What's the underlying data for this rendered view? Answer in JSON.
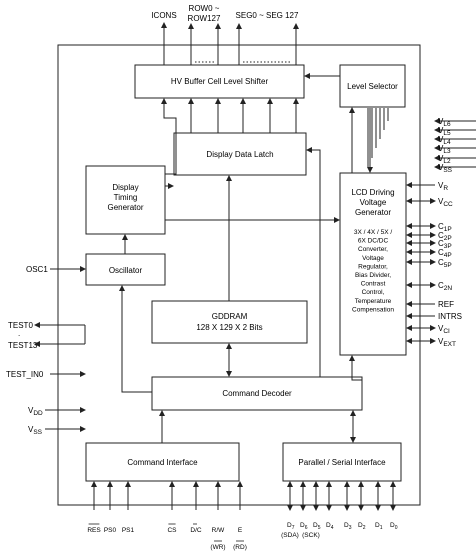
{
  "blocks": {
    "hv_buffer": "HV Buffer Cell Level Shifter",
    "level_selector": "Level Selector",
    "display_latch": "Display Data Latch",
    "timing": [
      "Display",
      "Timing",
      "Generator"
    ],
    "lcd_voltage": [
      "LCD Driving",
      "Voltage",
      "Generator"
    ],
    "lcd_desc": [
      "3X / 4X / 5X /",
      "6X DC/DC",
      "Converter,",
      "Voltage",
      "Regulator,",
      "Bias Divider,",
      "Contrast",
      "Control,",
      "Temperature",
      "Compensation"
    ],
    "oscillator": "Oscillator",
    "gddram": [
      "GDDRAM",
      "128 X 129 X 2 Bits"
    ],
    "cmd_decoder": "Command Decoder",
    "cmd_interface": "Command Interface",
    "par_interface": "Parallel / Serial Interface"
  },
  "top_labels": {
    "icons": "ICONS",
    "row0": "ROW0 ~",
    "row127": "ROW127",
    "seg": "SEG0 ~ SEG 127"
  },
  "left_pins": {
    "osc1": "OSC1",
    "test0": "TEST0",
    "test13": "TEST13",
    "test_in0": "TEST_IN0",
    "vdd": "V",
    "vdd_sub": "DD",
    "vss": "V",
    "vss_sub": "SS"
  },
  "right_pins": [
    {
      "main": "V",
      "sub": "L6"
    },
    {
      "main": "V",
      "sub": "L5"
    },
    {
      "main": "V",
      "sub": "L4"
    },
    {
      "main": "V",
      "sub": "L3"
    },
    {
      "main": "V",
      "sub": "L2"
    },
    {
      "main": "V",
      "sub": "SS"
    },
    {
      "main": "V",
      "sub": "R"
    },
    {
      "main": "V",
      "sub": "CC"
    },
    {
      "main": "C",
      "sub": "1P"
    },
    {
      "main": "C",
      "sub": "2P"
    },
    {
      "main": "C",
      "sub": "3P"
    },
    {
      "main": "C",
      "sub": "4P"
    },
    {
      "main": "C",
      "sub": "5P"
    },
    {
      "main": "C",
      "sub": "2N"
    },
    {
      "main": "REF",
      "sub": ""
    },
    {
      "main": "INTRS",
      "sub": ""
    },
    {
      "main": "V",
      "sub": "CI"
    },
    {
      "main": "V",
      "sub": "EXT"
    }
  ],
  "bottom_left_pins": [
    "RES",
    "PS0",
    "PS1",
    "CS",
    "D/C",
    "R/W",
    "E"
  ],
  "bottom_left_sub": {
    "wr": "(WR)",
    "rd": "(RD)"
  },
  "data_pins": [
    {
      "main": "D",
      "sub": "7"
    },
    {
      "main": "D",
      "sub": "6"
    },
    {
      "main": "D",
      "sub": "5"
    },
    {
      "main": "D",
      "sub": "4"
    },
    {
      "main": "D",
      "sub": "3"
    },
    {
      "main": "D",
      "sub": "2"
    },
    {
      "main": "D",
      "sub": "1"
    },
    {
      "main": "D",
      "sub": "0"
    }
  ],
  "data_sub": {
    "sda": "(SDA)",
    "sck": "(SCK)"
  }
}
